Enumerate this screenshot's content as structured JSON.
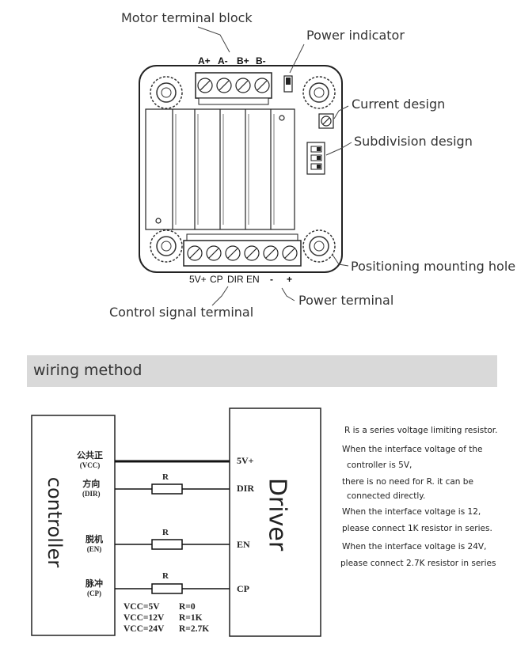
{
  "board": {
    "callouts": {
      "motor_terminal_block": "Motor terminal block",
      "power_indicator": "Power indicator",
      "current_design": "Current design",
      "subdivision_design": "Subdivision design",
      "positioning_mounting_hole": "Positioning mounting hole",
      "power_terminal": "Power terminal",
      "control_signal_terminal": "Control signal terminal"
    },
    "motor_terminals": [
      "A+",
      "A-",
      "B+",
      "B-"
    ],
    "control_terminals": [
      "5V+",
      "CP",
      "DIR",
      "EN",
      "-",
      "+"
    ]
  },
  "section_title": "wiring method",
  "wiring": {
    "controller_label": "controller",
    "driver_label": "Driver",
    "controller_pins": [
      {
        "cn": "公共正",
        "en": "(VCC)"
      },
      {
        "cn": "方向",
        "en": "(DIR)"
      },
      {
        "cn": "脱机",
        "en": "(EN)"
      },
      {
        "cn": "脉冲",
        "en": "(CP)"
      }
    ],
    "driver_pins": [
      "5V+",
      "DIR",
      "EN",
      "CP"
    ],
    "resistor_label": "R",
    "vcc_table": [
      {
        "vcc": "VCC=5V",
        "r": "R=0"
      },
      {
        "vcc": "VCC=12V",
        "r": "R=1K"
      },
      {
        "vcc": "VCC=24V",
        "r": "R=2.7K"
      }
    ]
  },
  "notes": [
    "R is a series voltage limiting resistor.",
    "When the interface voltage of the",
    "controller is 5V,",
    "there is no need for R. it can be",
    "connected directly.",
    "When the interface voltage is 12,",
    "please connect 1K resistor in series.",
    "When the interface voltage is 24V,",
    "please connect 2.7K resistor in series"
  ]
}
